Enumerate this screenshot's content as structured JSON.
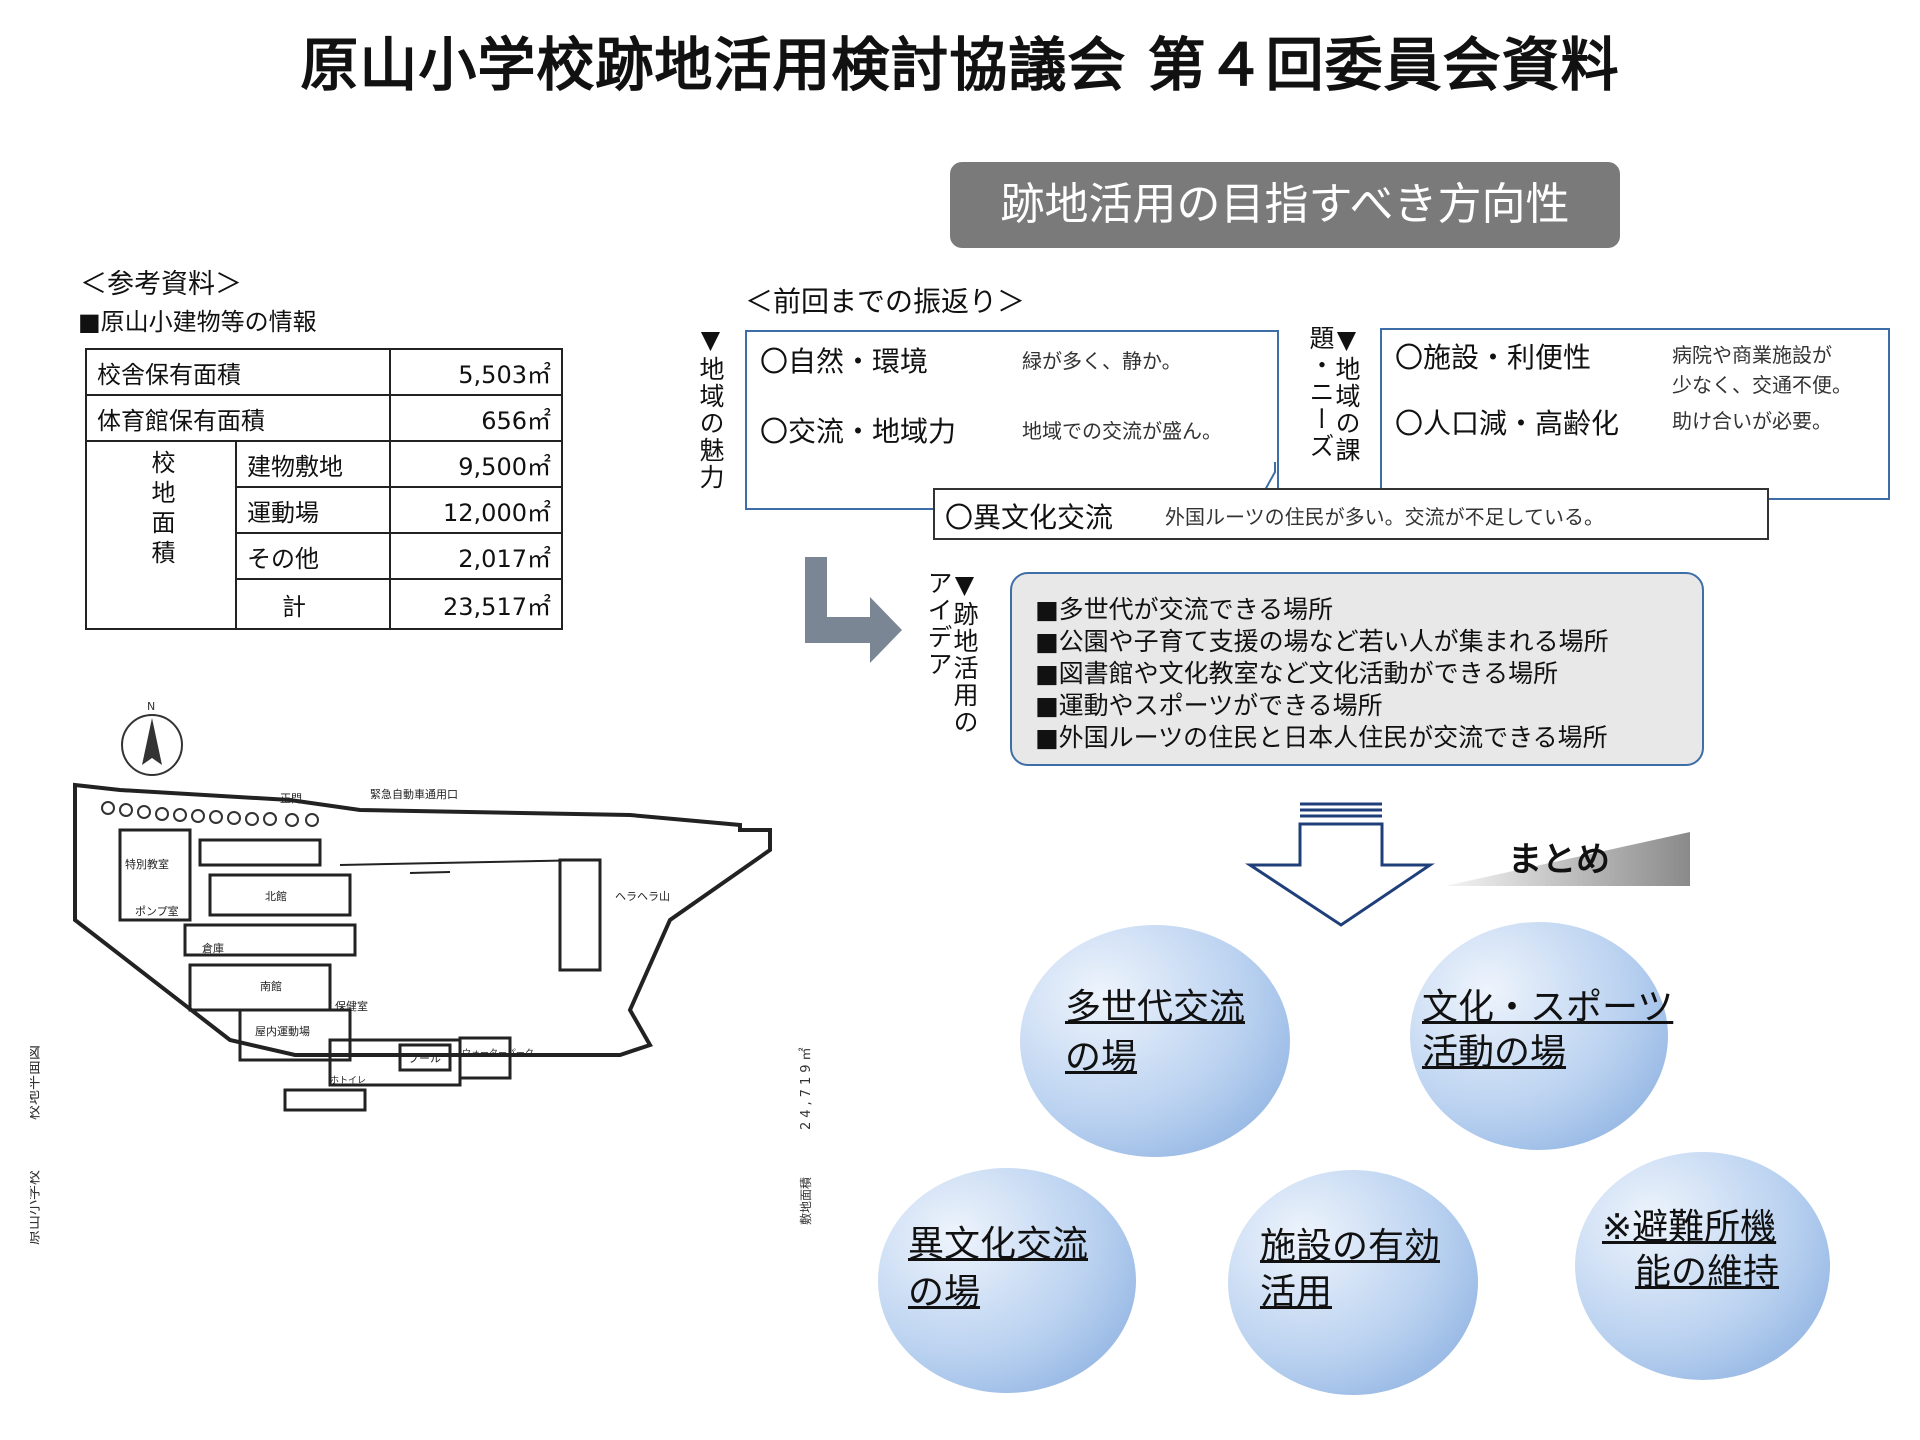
{
  "title": "原山小学校跡地活用検討協議会 第４回委員会資料",
  "badge": "跡地活用の目指すべき方向性",
  "reference": {
    "heading": "＜参考資料＞",
    "subheading": "■原山小建物等の情報",
    "rows": [
      {
        "label": "校舎保有面積",
        "value": "5,503㎡"
      },
      {
        "label": "体育館保有面積",
        "value": "656㎡"
      },
      {
        "group": "校地面積",
        "label": "建物敷地",
        "value": "9,500㎡"
      },
      {
        "label": "運動場",
        "value": "12,000㎡"
      },
      {
        "label": "その他",
        "value": "2,017㎡"
      },
      {
        "label": "計",
        "value": "23,517㎡"
      }
    ]
  },
  "map": {
    "north": "N",
    "side_caption_1": "原山小学校",
    "side_caption_2": "校地平面図",
    "area_caption": "24,719㎡",
    "area_label": "敷地面積",
    "labels": {
      "gate": "正門",
      "emergency": "緊急自動車通用口",
      "special": "特別教室",
      "north_bldg": "北館",
      "south_bldg": "南館",
      "pump": "ポンプ室",
      "gym_storage": "保健室",
      "warehouse": "倉庫",
      "indoor": "屋内運動場",
      "pool": "プール",
      "water_park": "ウォーターパーク",
      "hill": "ヘラヘラ山",
      "toilet": "ホトイレ"
    }
  },
  "review": {
    "heading": "＜前回までの振返り＞",
    "charm_label": "▼地域の魅力",
    "issues_label": "▼地域の課題・ニーズ",
    "nature": "〇自然・環境",
    "nature_note": "緑が多く、静か。",
    "exchange": "〇交流・地域力",
    "exchange_note": "地域での交流が盛ん。",
    "facility": "〇施設・利便性",
    "facility_note_1": "病院や商業施設が",
    "facility_note_2": "少なく、交通不便。",
    "aging": "〇人口減・高齢化",
    "aging_note": "助け合いが必要。",
    "intercultural": "〇異文化交流",
    "intercultural_note": "外国ルーツの住民が多い。交流が不足している。"
  },
  "ideas": {
    "label": "▼跡地活用のアイデア",
    "items": [
      "■多世代が交流できる場所",
      "■公園や子育て支援の場など若い人が集まれる場所",
      "■図書館や文化教室など文化活動ができる場所",
      "■運動やスポーツができる場所",
      "■外国ルーツの住民と日本人住民が交流できる場所"
    ]
  },
  "summary": {
    "label": "まとめ",
    "circles": [
      {
        "line1": "多世代交流",
        "line2": "の場"
      },
      {
        "line1": "文化・スポーツ",
        "line2": "活動の場"
      },
      {
        "line1": "異文化交流",
        "line2": "の場"
      },
      {
        "line1": "施設の有効",
        "line2": "活用"
      },
      {
        "line1": "※避難所機",
        "line2": "能の維持"
      }
    ]
  },
  "colors": {
    "frame": "#3d6ea8",
    "badge": "#7a7a7a",
    "arrow": "#7a8694",
    "circle": "#a9c4ea"
  }
}
